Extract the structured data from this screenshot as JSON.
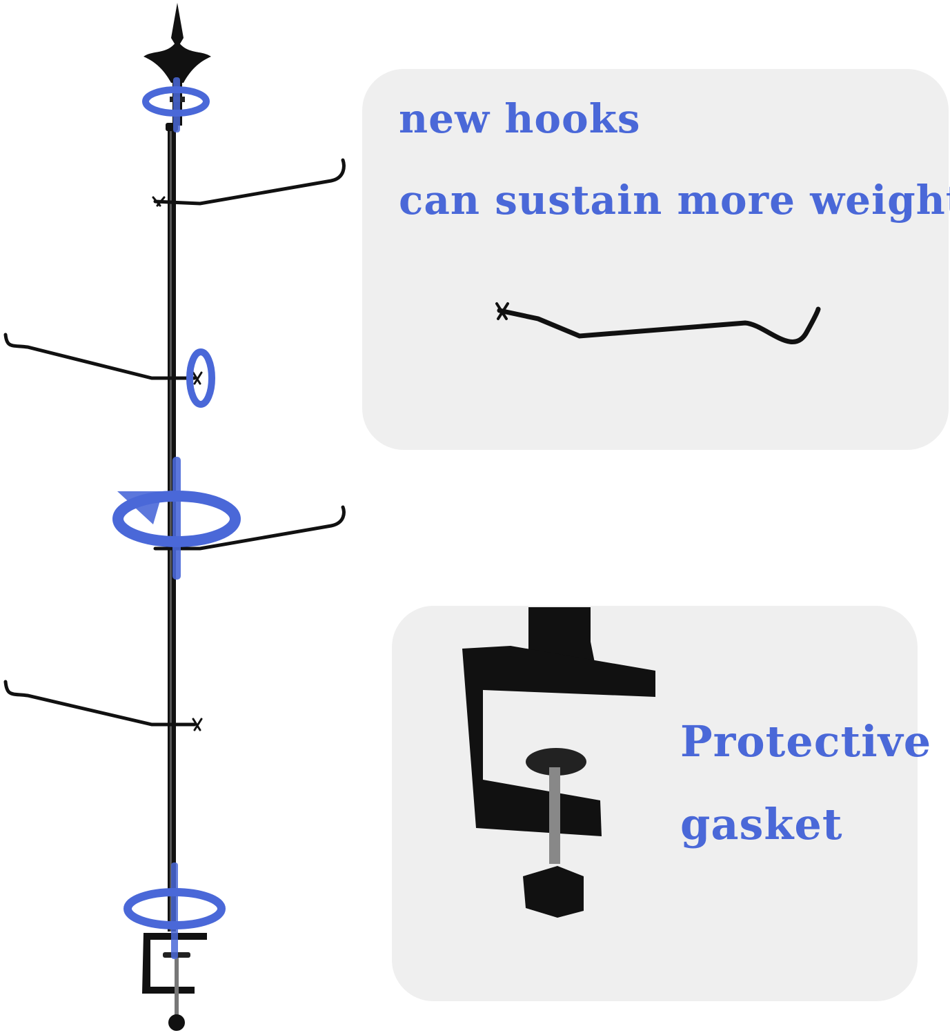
{
  "colors": {
    "accent_blue": "#4a68d8",
    "card_background": "#efefef",
    "metal": "#111111"
  },
  "callouts": {
    "hooks_line1": "new hooks",
    "hooks_line2": "can sustain more weight",
    "gasket_line1": "Protective",
    "gasket_line2": "gasket"
  },
  "icons": [
    "rotate-arrow-icon"
  ]
}
